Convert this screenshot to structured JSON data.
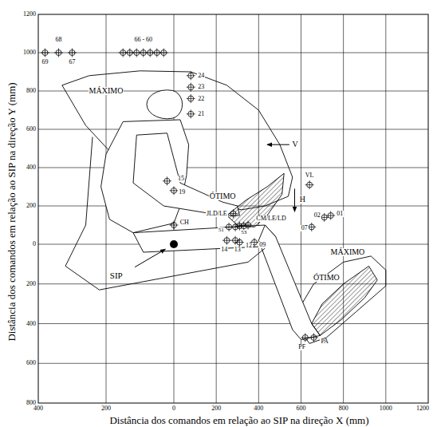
{
  "diagram": {
    "labels": [
      "1200",
      "1000",
      "800",
      "600",
      "400",
      "200",
      "0",
      "200",
      "400",
      "600",
      "800",
      "400",
      "200",
      "0",
      "200",
      "400",
      "600",
      "800",
      "1000",
      "1200",
      "Distância dos comandos em relação ao SIP na direção Y (mm)",
      "Distância dos comandos em relação ao SIP na direção X (mm)",
      "68",
      "66 - 60",
      "69",
      "67",
      "MÁXIMO",
      "24",
      "23",
      "22",
      "21",
      "V",
      "15",
      "19",
      "CH",
      "ÓTIMO",
      "VL",
      "H",
      "JLD/LE",
      "CM/LE/LD",
      "02",
      "01",
      "07",
      "51",
      "53",
      "14",
      "13",
      "12",
      "09",
      "MÁXIMO",
      "ÓTIMO",
      "SIP",
      "PF",
      "PA"
    ]
  }
}
